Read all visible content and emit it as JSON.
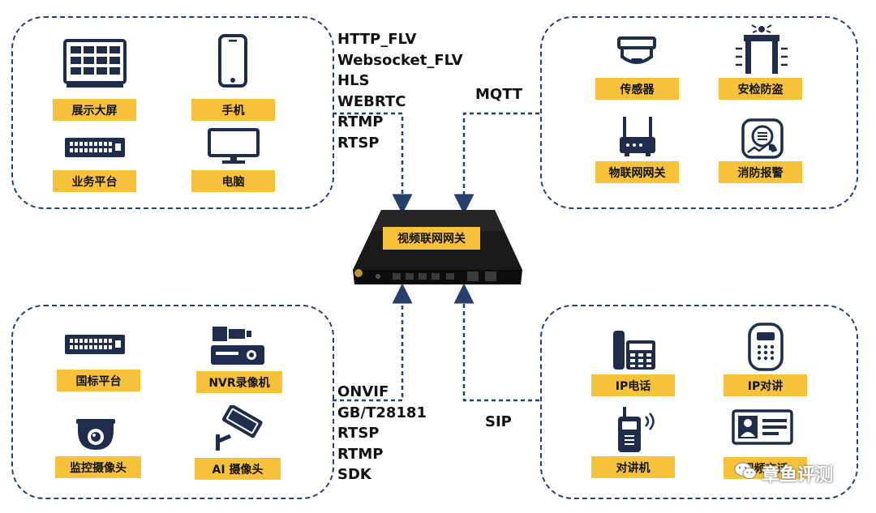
{
  "device": {
    "label": "视频联网网关"
  },
  "groups": {
    "top_left": {
      "labels": [
        "展示大屏",
        "手机",
        "业务平台",
        "电脑"
      ],
      "protocols": [
        "HTTP_FLV",
        "Websocket_FLV",
        "HLS",
        "WEBRTC",
        "RTMP",
        "RTSP"
      ]
    },
    "top_right": {
      "labels": [
        "传感器",
        "安检防盗",
        "物联网网关",
        "消防报警"
      ],
      "protocol": "MQTT"
    },
    "bottom_left": {
      "labels": [
        "国标平台",
        "NVR录像机",
        "监控摄像头",
        "AI 摄像头"
      ],
      "protocols": [
        "ONVIF",
        "GB/T28181",
        "RTSP",
        "RTMP",
        "SDK"
      ]
    },
    "bottom_right": {
      "labels": [
        "IP电话",
        "IP对讲",
        "对讲机",
        "视频交话"
      ],
      "protocol": "SIP"
    }
  },
  "watermark": "章鱼评测",
  "colors": {
    "accent": "#f5c23a",
    "line": "#26406d",
    "icon": "#1f2d4d"
  }
}
